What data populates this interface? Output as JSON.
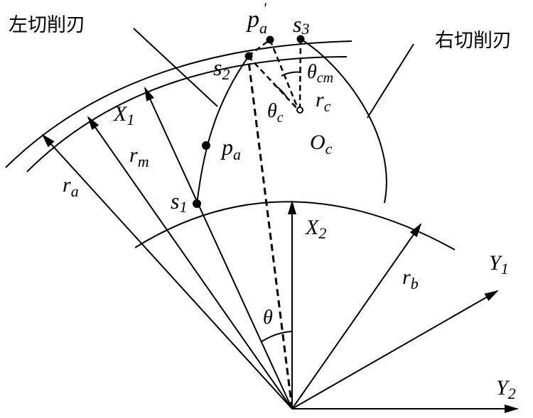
{
  "labels": {
    "left_cutting_edge": "左切削刃",
    "right_cutting_edge": "右切削刃",
    "pa_prime_base": "p",
    "pa_prime_sub": "a",
    "pa_prime_mark": "'",
    "s3_base": "s",
    "s3_sub": "3",
    "s2_base": "s",
    "s2_sub": "2",
    "theta_cm_base": "θ",
    "theta_cm_sub": "cm",
    "x1_base": "X",
    "x1_sub": "1",
    "theta_c_base": "θ",
    "theta_c_sub": "c",
    "rc_base": "r",
    "rc_sub": "c",
    "rm_base": "r",
    "rm_sub": "m",
    "pa_base": "p",
    "pa_sub": "a",
    "oc_base": "O",
    "oc_sub": "c",
    "ra_base": "r",
    "ra_sub": "a",
    "s1_base": "s",
    "s1_sub": "1",
    "x2_base": "X",
    "x2_sub": "2",
    "y1_base": "Y",
    "y1_sub": "1",
    "rb_base": "r",
    "rb_sub": "b",
    "theta": "θ",
    "y2_base": "Y",
    "y2_sub": "2"
  }
}
